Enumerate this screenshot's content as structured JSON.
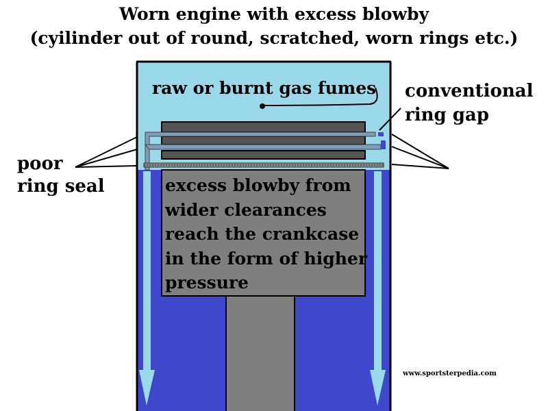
{
  "title": {
    "line1": "Worn engine with excess blowby",
    "line2": "(cyilinder out of round, scratched, worn rings etc.)"
  },
  "labels": {
    "fumes": "raw or burnt gas fumes",
    "ring_gap_line1": "conventional",
    "ring_gap_line2": "ring gap",
    "poor_seal_line1": "poor",
    "poor_seal_line2": "ring seal"
  },
  "piston_text": [
    "excess blowby from",
    "wider clearances",
    "reach the crankcase",
    "in the form of higher",
    "pressure"
  ],
  "credit": "www.sportsterpedia.com",
  "colors": {
    "combustion_chamber": "#9ad9ea",
    "crankcase": "#3f48cc",
    "piston": "#7f7f7f",
    "ring": "#7f9db9",
    "blowby_arrow": "#9ad9ea",
    "outline": "#000000"
  }
}
